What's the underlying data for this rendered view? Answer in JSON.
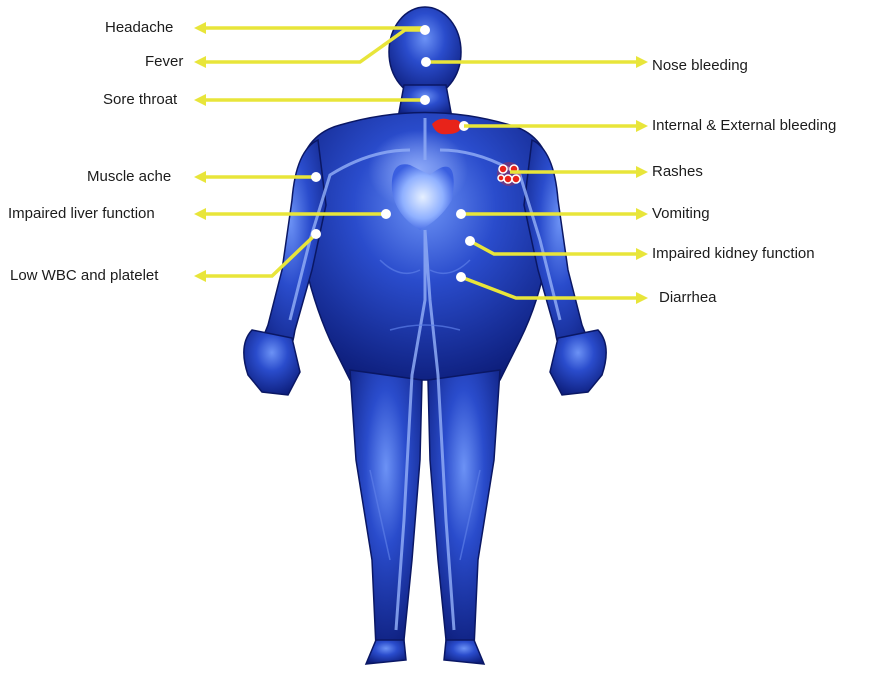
{
  "labels_left": {
    "headache": "Headache",
    "fever": "Fever",
    "sore_throat": "Sore throat",
    "muscle_ache": "Muscle ache",
    "liver": "Impaired liver function",
    "wbc": "Low WBC and platelet"
  },
  "labels_right": {
    "nose": "Nose bleeding",
    "bleeding": "Internal & External bleeding",
    "rashes": "Rashes",
    "vomiting": "Vomiting",
    "kidney": "Impaired kidney function",
    "diarrhea": "Diarrhea"
  },
  "colors": {
    "arrow": "#e8e53a",
    "body_dark": "#0a1a6b",
    "body_mid": "#1f3fb8",
    "body_light": "#5c86f0",
    "marker": "#ffffff",
    "bleed": "#e8231a"
  }
}
